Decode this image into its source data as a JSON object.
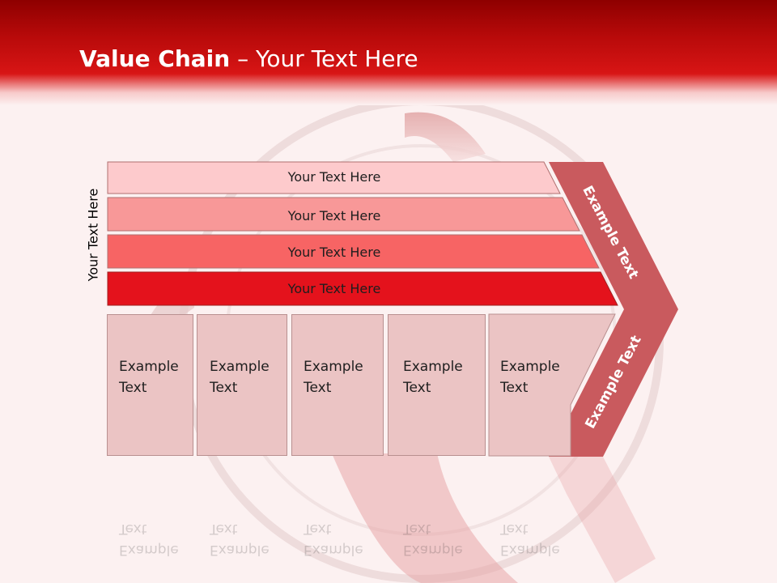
{
  "header": {
    "title_bold": "Value Chain",
    "title_rest": " – Your Text Here"
  },
  "side_label": "Your Text Here",
  "support_rows": [
    {
      "label": "Your Text Here",
      "color": "#fdcacc"
    },
    {
      "label": "Your Text Here",
      "color": "#f89898"
    },
    {
      "label": "Your Text Here",
      "color": "#f76464"
    },
    {
      "label": "Your Text Here",
      "color": "#e4121c"
    }
  ],
  "primary_boxes": [
    {
      "line1": "Example",
      "line2": "Text"
    },
    {
      "line1": "Example",
      "line2": "Text"
    },
    {
      "line1": "Example",
      "line2": "Text"
    },
    {
      "line1": "Example",
      "line2": "Text"
    },
    {
      "line1": "Example",
      "line2": "Text"
    }
  ],
  "chevron": {
    "top_label": "Example Text",
    "bottom_label": "Example Text",
    "color": "#c95a5e"
  },
  "colors": {
    "header": "#c10b0b",
    "box": "#ebc4c4",
    "background": "#fcf1f1"
  }
}
